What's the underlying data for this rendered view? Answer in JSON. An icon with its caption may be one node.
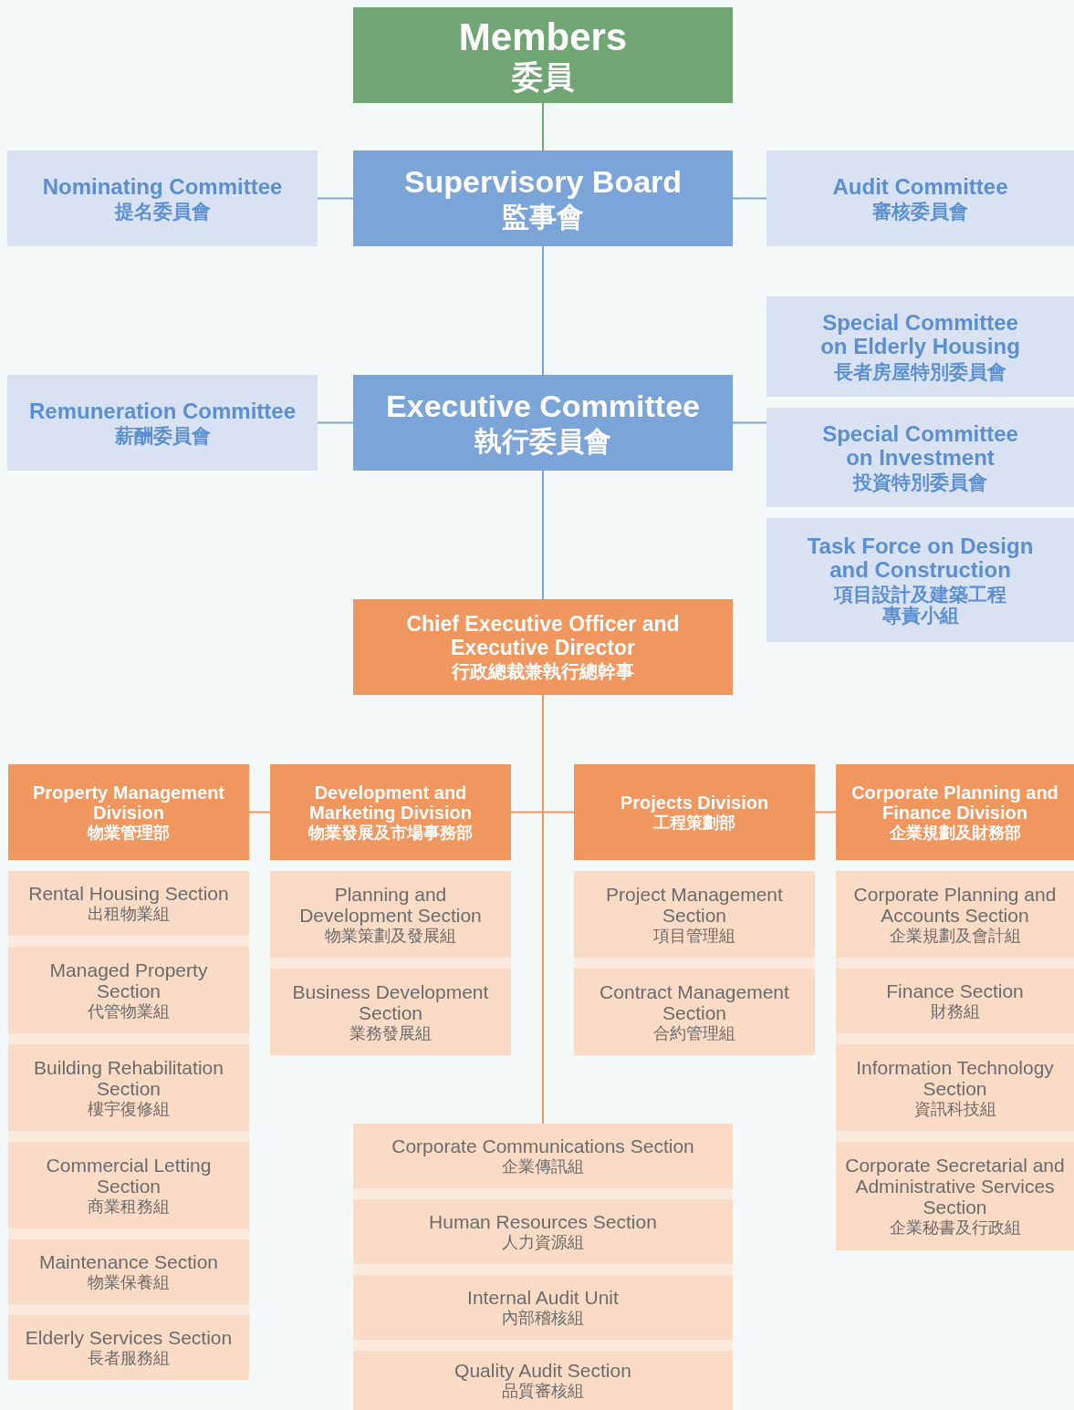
{
  "diagram": {
    "nodes": [
      {
        "text": [
          "Members",
          "委員"
        ]
      },
      {
        "text": [
          "Nominating Committee",
          "提名委員會"
        ]
      },
      {
        "text": [
          "Supervisory Board",
          "監事會"
        ]
      },
      {
        "text": [
          "Audit Committee",
          "審核委員會"
        ]
      },
      {
        "text": [
          "Special Committee on Elderly Housing",
          "長者房屋特別委員會"
        ]
      },
      {
        "text": [
          "Remuneration Committee",
          "薪酬委員會"
        ]
      },
      {
        "text": [
          "Executive Committee",
          "執行委員會"
        ]
      },
      {
        "text": [
          "Special Committee on Investment",
          "投資特別委員會"
        ]
      },
      {
        "text": [
          "Task Force on Design and Construction",
          "項目設計及建築工程專責小組"
        ]
      },
      {
        "text": [
          "Chief Executive Officer and Executive Director",
          "行政總裁兼執行總幹事"
        ]
      },
      {
        "text": [
          "Property Management Division",
          "物業管理部"
        ]
      },
      {
        "text": [
          "Development and Marketing Division",
          "物業發展及市場事務部"
        ]
      },
      {
        "text": [
          "Projects Division",
          "工程策劃部"
        ]
      },
      {
        "text": [
          "Corporate Planning and Finance Division",
          "企業規劃及財務部"
        ]
      },
      {
        "text": [
          "Rental Housing Section",
          "出租物業組"
        ]
      },
      {
        "text": [
          "Managed Property Section",
          "代管物業組"
        ]
      },
      {
        "text": [
          "Building Rehabilitation Section",
          "樓宇復修組"
        ]
      },
      {
        "text": [
          "Commercial Letting Section",
          "商業租務組"
        ]
      },
      {
        "text": [
          "Maintenance Section",
          "物業保養組"
        ]
      },
      {
        "text": [
          "Elderly Services Section",
          "長者服務組"
        ]
      },
      {
        "text": [
          "Planning and Development Section",
          "物業策劃及發展組"
        ]
      },
      {
        "text": [
          "Business Development Section",
          "業務發展組"
        ]
      },
      {
        "text": [
          "Project Management Section",
          "項目管理組"
        ]
      },
      {
        "text": [
          "Contract Management Section",
          "合約管理組"
        ]
      },
      {
        "text": [
          "Corporate Planning and Accounts Section",
          "企業規劃及會計組"
        ]
      },
      {
        "text": [
          "Finance Section",
          "財務組"
        ]
      },
      {
        "text": [
          "Information Technology Section",
          "資訊科技組"
        ]
      },
      {
        "text": [
          "Corporate Secretarial and Administrative Services Section",
          "企業秘書及行政組"
        ]
      },
      {
        "text": [
          "Corporate Communications Section",
          "企業傳訊組"
        ]
      },
      {
        "text": [
          "Human Resources Section",
          "人力資源組"
        ]
      },
      {
        "text": [
          "Internal Audit Unit",
          "內部稽核組"
        ]
      },
      {
        "text": [
          "Quality Audit Section",
          "品質審核組"
        ]
      }
    ],
    "edges": [
      {
        "from": 0,
        "to": 2,
        "arrow": "none",
        "color": "#6fa673"
      },
      {
        "from": 2,
        "to": 1,
        "arrow": "none"
      },
      {
        "from": 2,
        "to": 3,
        "arrow": "none"
      },
      {
        "from": 2,
        "to": 6,
        "arrow": "none"
      },
      {
        "from": 6,
        "to": 5,
        "arrow": "none"
      },
      {
        "from": 6,
        "to": 7,
        "arrow": "none"
      },
      {
        "from": 6,
        "to": 9,
        "arrow": "none"
      },
      {
        "from": 11,
        "to": 10,
        "arrow": "none",
        "color": "#f0965f"
      },
      {
        "from": 9,
        "to": 11,
        "arrow": "none",
        "color": "#f0965f"
      },
      {
        "from": 9,
        "to": 12,
        "arrow": "none",
        "color": "#f0965f"
      },
      {
        "from": 12,
        "to": 13,
        "arrow": "none",
        "color": "#f0965f"
      },
      {
        "from": 9,
        "to": 28,
        "arrow": "none",
        "color": "#f0965f"
      }
    ]
  }
}
